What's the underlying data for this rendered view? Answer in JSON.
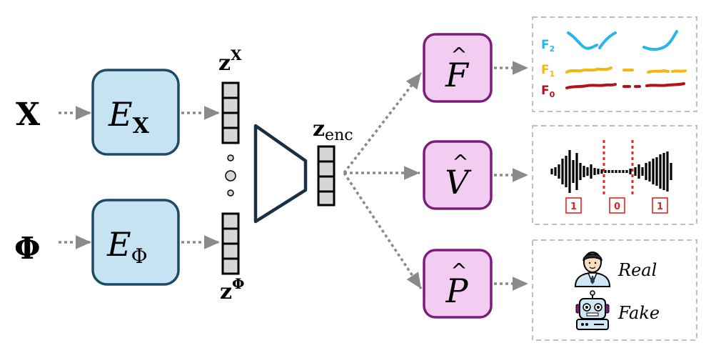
{
  "inputs": {
    "x_label": "X",
    "phi_label": "Φ"
  },
  "encoders": {
    "x": {
      "main": "E",
      "sub": "X"
    },
    "phi": {
      "main": "E",
      "sub": "Φ"
    }
  },
  "latents": {
    "zx": {
      "base": "z",
      "sup": "X"
    },
    "zphi": {
      "base": "z",
      "sup": "Φ"
    },
    "zenc": {
      "base": "z",
      "sub": "enc"
    }
  },
  "heads": {
    "f": {
      "letter": "F",
      "hat": "^"
    },
    "v": {
      "letter": "V",
      "hat": "^"
    },
    "p": {
      "letter": "P",
      "hat": "^"
    }
  },
  "f0_panel": {
    "labels": [
      {
        "base": "F",
        "sub": "2",
        "color": "#29b5e8"
      },
      {
        "base": "F",
        "sub": "1",
        "color": "#f3b70f"
      },
      {
        "base": "F",
        "sub": "0",
        "color": "#b3121b"
      }
    ]
  },
  "vad_panel": {
    "labels": [
      "1",
      "0",
      "1"
    ]
  },
  "id_panel": {
    "real_label": "Real",
    "fake_label": "Fake"
  },
  "colors": {
    "encoder_fill": "#c5e3f3",
    "encoder_stroke": "#1d4b66",
    "head_fill": "#f2ccf1",
    "head_stroke": "#7a1e7a",
    "latent_fill": "#d6d6d6",
    "arrow": "#8a8a8a",
    "panel_border": "#bfbfbf",
    "vad_red": "#e0261f"
  }
}
